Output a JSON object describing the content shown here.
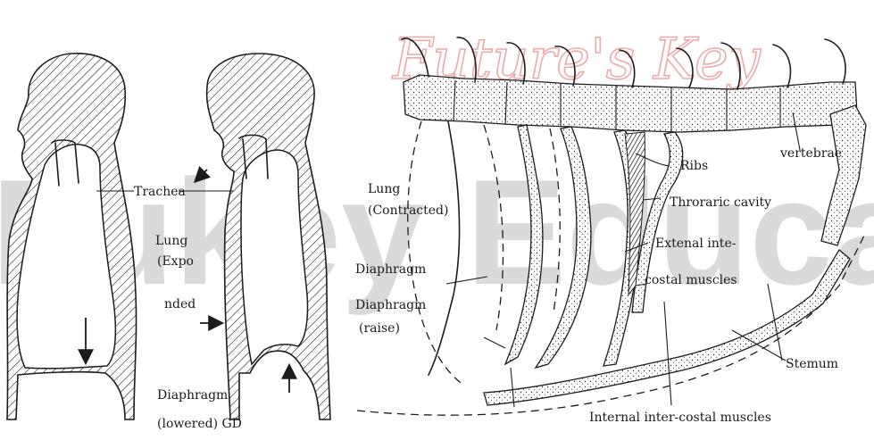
{
  "watermark": {
    "background_text": "Fukey Educa",
    "script_text": "Future's Key"
  },
  "labels": {
    "trachea": "Trachea",
    "lung_expanded_1": "Lung",
    "lung_expanded_2": "(Expo",
    "lung_expanded_3": "nded",
    "lung_contracted_1": "Lung",
    "lung_contracted_2": "(Contracted)",
    "diaphragm_lowered_1": "Diaphragm",
    "diaphragm_lowered_2": "(lowered) GD",
    "diaphragm_left": "Diaphragm",
    "diaphragm_raised_1": "Diaphragm",
    "diaphragm_raised_2": "(raise)",
    "ribs": "Ribs",
    "vertebrae": "vertebrae",
    "thoracic_cavity": "Throraric cavity",
    "external_intercostal_1": "Extenal inte-",
    "external_intercostal_2": "costal muscles",
    "sternum": "Stemum",
    "internal_intercostal": "Internal inter-costal muscles"
  }
}
